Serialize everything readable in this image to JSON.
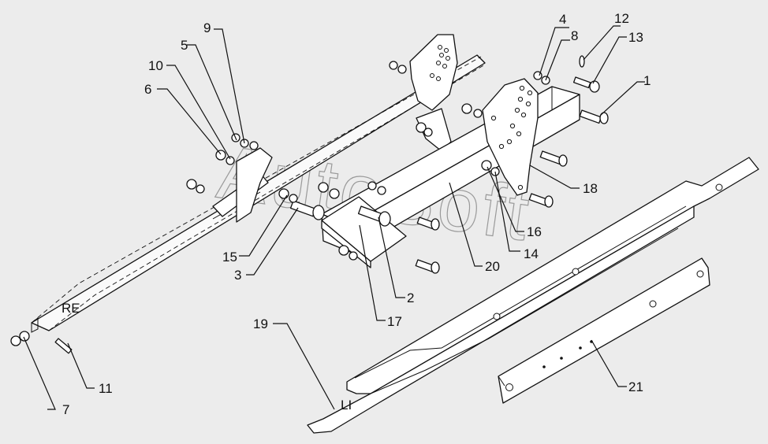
{
  "diagram": {
    "watermark": "AutoSoft",
    "side_labels": {
      "right": "RE",
      "left": "LI"
    },
    "callouts": [
      "1",
      "2",
      "3",
      "4",
      "5",
      "6",
      "7",
      "8",
      "9",
      "10",
      "11",
      "12",
      "13",
      "14",
      "15",
      "16",
      "17",
      "18",
      "19",
      "20",
      "21"
    ]
  }
}
